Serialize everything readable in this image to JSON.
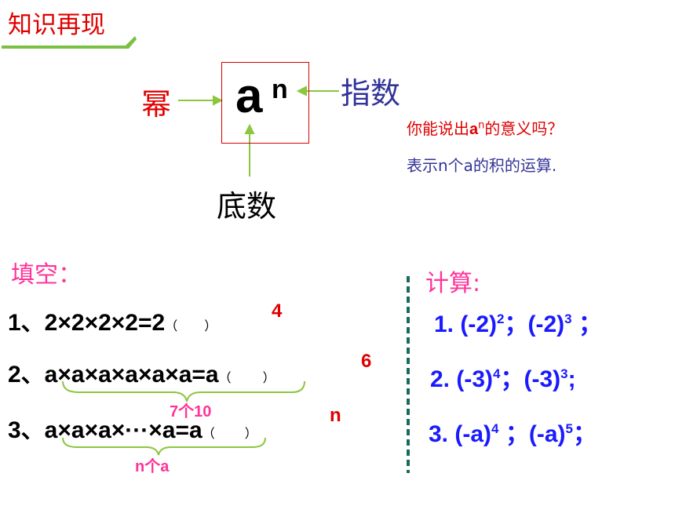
{
  "title": "知识再现",
  "power_box": {
    "base": "a",
    "exponent": "n"
  },
  "labels": {
    "power": "幂",
    "exponent": "指数",
    "base": "底数"
  },
  "question": {
    "prefix": "你能说出",
    "base": "a",
    "exp": "n",
    "suffix": "的意义吗？"
  },
  "answer": "表示n个a的积的运算.",
  "fill_in": {
    "label": "填空：",
    "rows": [
      {
        "expr": "1、2×2×2×2=2",
        "paren_open": "（",
        "paren_close": "）",
        "answer": "4"
      },
      {
        "expr": "2、a×a×a×a×a×a=a",
        "paren_open": "（",
        "paren_close": "）",
        "answer": "6"
      },
      {
        "expr": "3、a×a×a×···×a=a",
        "paren_open": "（",
        "paren_close": "）",
        "answer": "n"
      }
    ],
    "brace_labels": [
      "7个10",
      "n个a"
    ]
  },
  "calc": {
    "label": "计算:",
    "items": [
      {
        "num": "1.",
        "a": "(-2)",
        "a_exp": "2",
        "sep": "；",
        "b": "(-2)",
        "b_exp": "3",
        "end": "；"
      },
      {
        "num": "2.",
        "a": "(-3)",
        "a_exp": "4",
        "sep": "；",
        "b": "(-3)",
        "b_exp": "3",
        "end": ";"
      },
      {
        "num": "3.",
        "a": "(-a)",
        "a_exp": "4",
        "sep": "；",
        "b": "(-a)",
        "b_exp": "5",
        "end": "；"
      }
    ]
  },
  "colors": {
    "title_red": "#e00000",
    "title_bar_green": "#7ac143",
    "exponent_blue": "#333399",
    "pink": "#ff3399",
    "calc_blue": "#1a1aff",
    "arrow_green": "#8cc63f",
    "divider_teal": "#1a6a5a"
  }
}
